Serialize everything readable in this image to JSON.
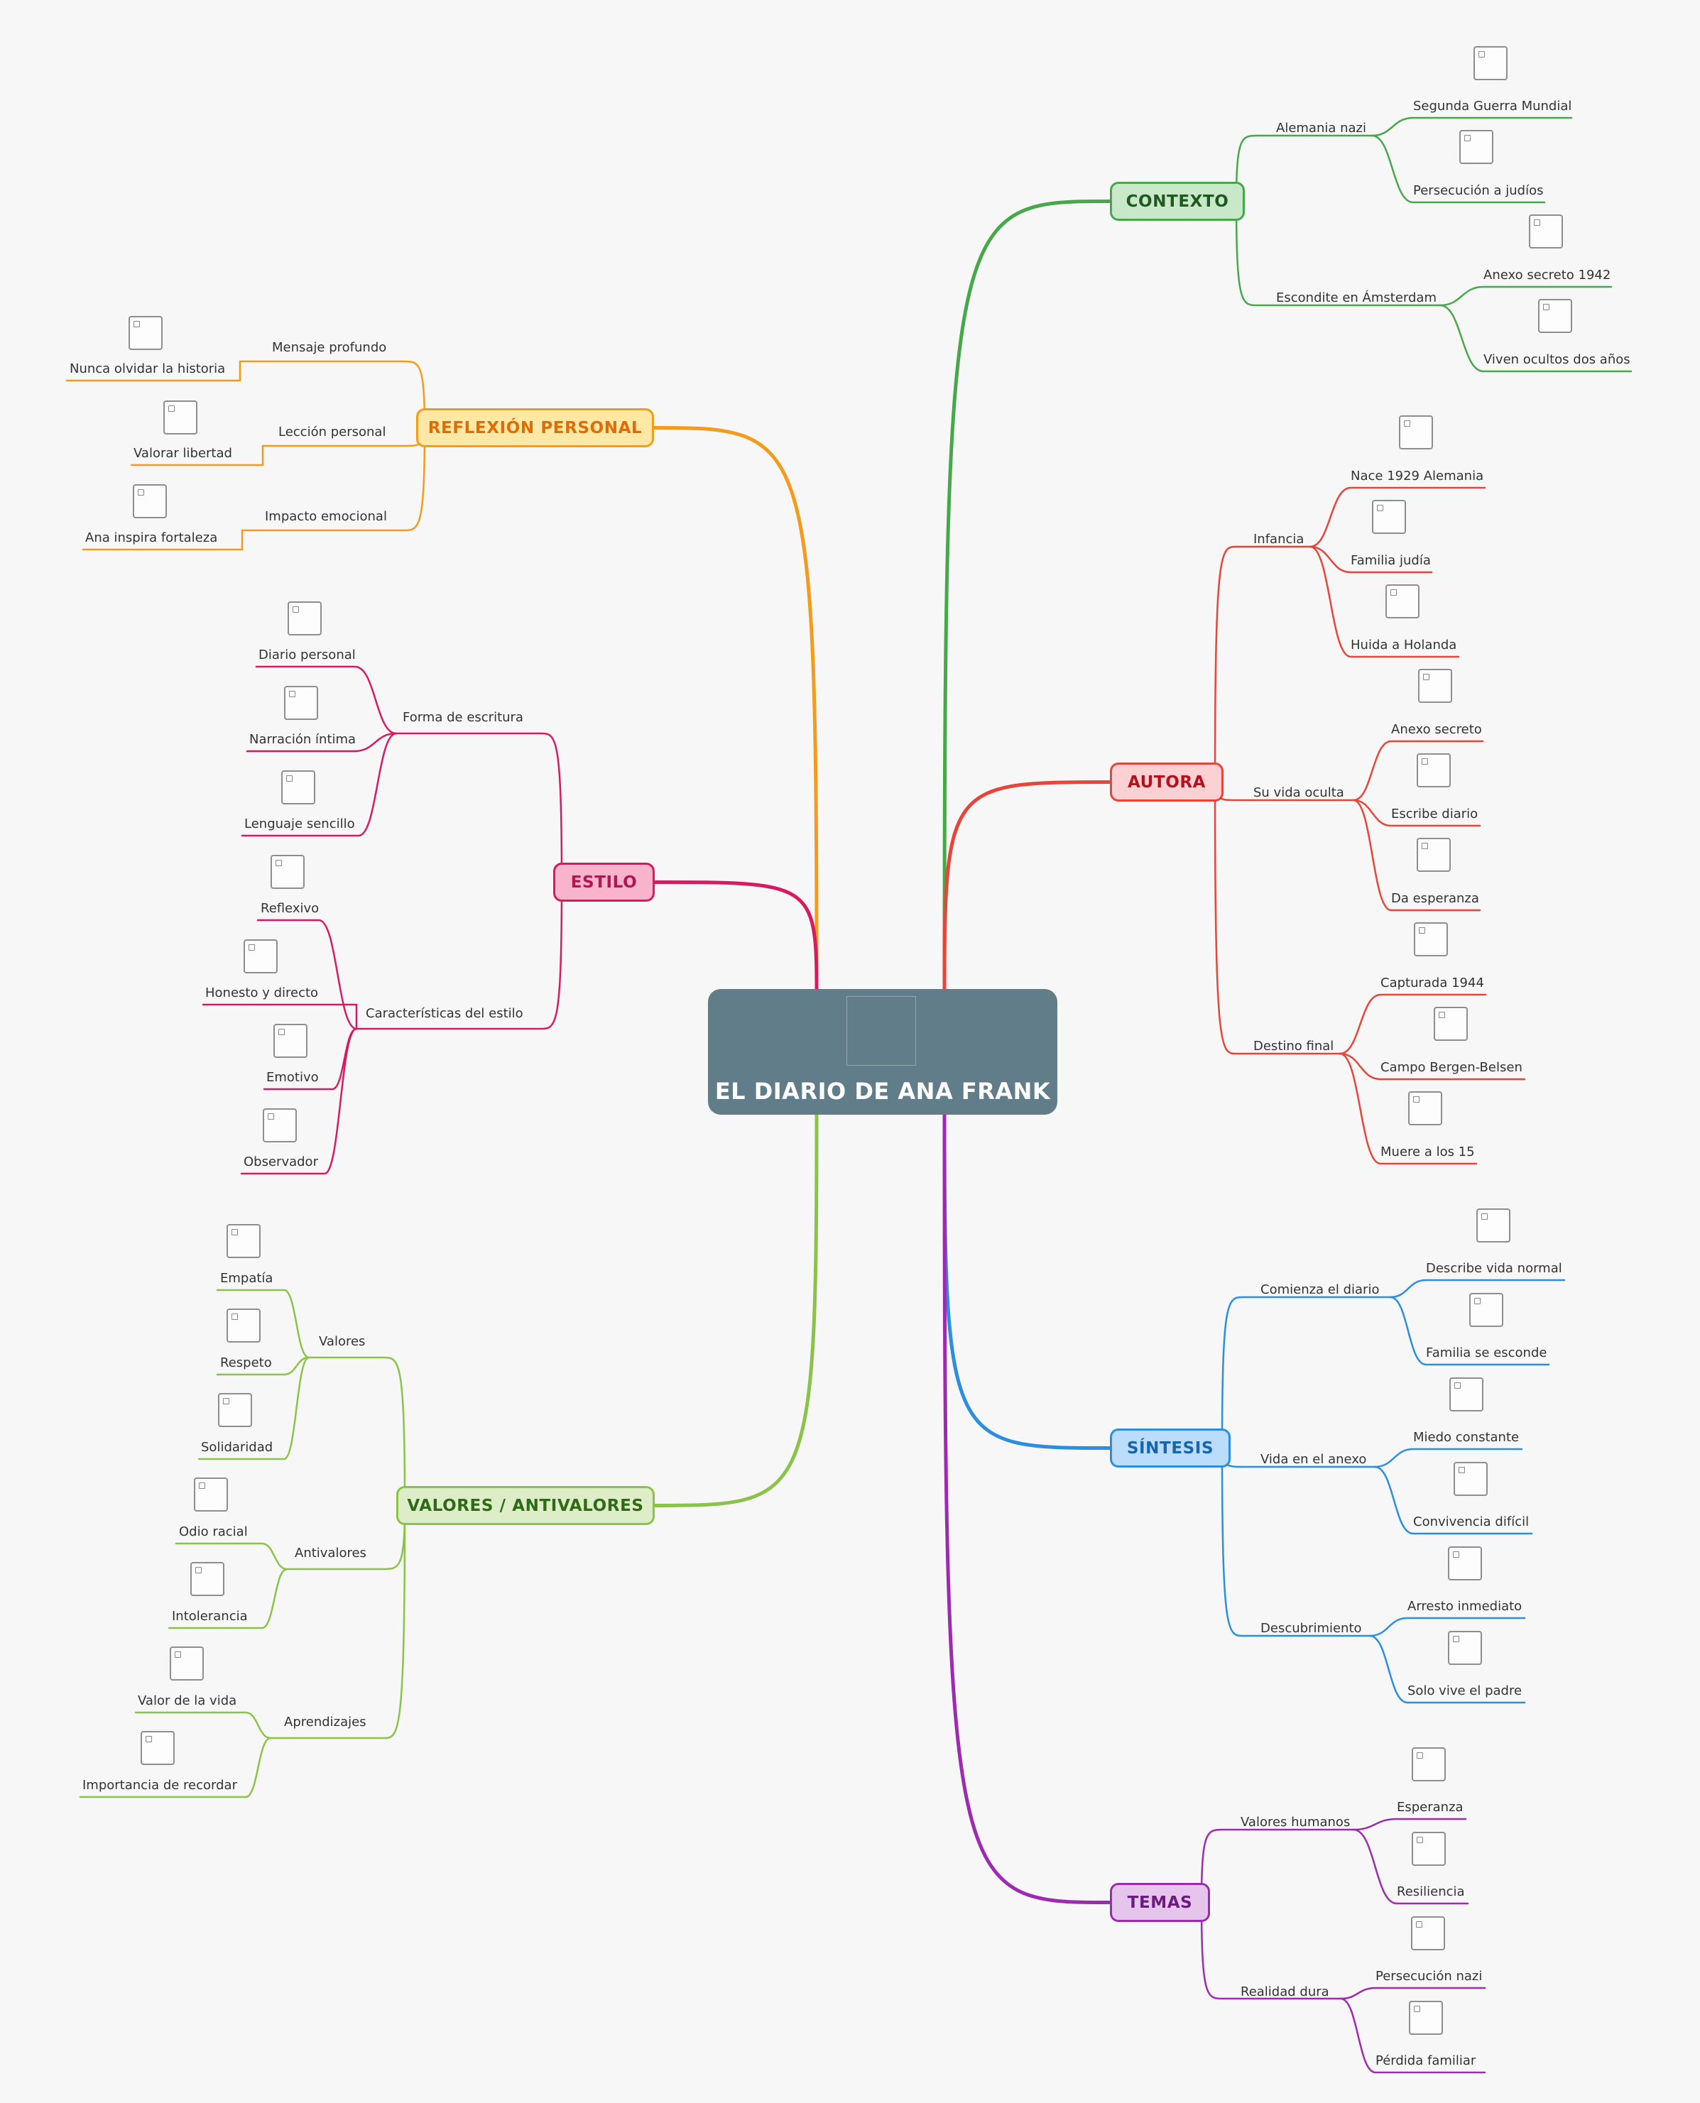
{
  "root": {
    "title": "EL DIARIO DE ANA FRANK",
    "icon": "image-placeholder-icon",
    "color": "#617d89"
  },
  "branches": [
    {
      "key": "contexto",
      "label": "CONTEXTO",
      "side": "right",
      "color": "#46a84a",
      "fill": "#c9e7c9",
      "text_color": "#1d5a20",
      "children": [
        {
          "label": "Alemania nazi",
          "children": [
            "Segunda Guerra Mundial",
            "Persecución a judíos"
          ]
        },
        {
          "label": "Escondite en Ámsterdam",
          "children": [
            "Anexo secreto 1942",
            "Viven ocultos dos años"
          ]
        }
      ]
    },
    {
      "key": "autora",
      "label": "AUTORA",
      "side": "right",
      "color": "#e7443a",
      "fill": "#fdd0d3",
      "text_color": "#b3121c",
      "children": [
        {
          "label": "Infancia",
          "children": [
            "Nace 1929 Alemania",
            "Familia judía",
            "Huida a Holanda"
          ]
        },
        {
          "label": "Su vida oculta",
          "children": [
            "Anexo secreto",
            "Escribe diario",
            "Da esperanza"
          ]
        },
        {
          "label": "Destino final",
          "children": [
            "Capturada 1944",
            "Campo Bergen-Belsen",
            "Muere a los 15"
          ]
        }
      ]
    },
    {
      "key": "sintesis",
      "label": "SÍNTESIS",
      "side": "right",
      "color": "#2b8ede",
      "fill": "#bcdcfb",
      "text_color": "#1565b0",
      "children": [
        {
          "label": "Comienza el diario",
          "children": [
            "Describe vida normal",
            "Familia se esconde"
          ]
        },
        {
          "label": "Vida en el anexo",
          "children": [
            "Miedo constante",
            "Convivencia difícil"
          ]
        },
        {
          "label": "Descubrimiento",
          "children": [
            "Arresto inmediato",
            "Solo vive el padre"
          ]
        }
      ]
    },
    {
      "key": "temas",
      "label": "TEMAS",
      "side": "right",
      "color": "#9c2bb0",
      "fill": "#e6c5ec",
      "text_color": "#6c1b80",
      "children": [
        {
          "label": "Valores humanos",
          "children": [
            "Esperanza",
            "Resiliencia"
          ]
        },
        {
          "label": "Realidad dura",
          "children": [
            "Persecución nazi",
            "Pérdida familiar"
          ]
        }
      ]
    },
    {
      "key": "reflexion",
      "label": "REFLEXIÓN PERSONAL",
      "side": "left",
      "color": "#f59b1c",
      "fill": "#ffe8a4",
      "text_color": "#e06c06",
      "children": [
        {
          "label": "Mensaje profundo",
          "children": [
            "Nunca olvidar la historia"
          ]
        },
        {
          "label": "Lección personal",
          "children": [
            "Valorar libertad"
          ]
        },
        {
          "label": "Impacto emocional",
          "children": [
            "Ana inspira fortaleza"
          ]
        }
      ]
    },
    {
      "key": "estilo",
      "label": "ESTILO",
      "side": "left",
      "color": "#d81b60",
      "fill": "#f9b3cb",
      "text_color": "#b31452",
      "children": [
        {
          "label": "Forma de escritura",
          "children": [
            "Diario personal",
            "Narración íntima",
            "Lenguaje sencillo"
          ]
        },
        {
          "label": "Características del estilo",
          "children": [
            "Reflexivo",
            "Honesto y directo",
            "Emotivo",
            "Observador"
          ]
        }
      ]
    },
    {
      "key": "valores",
      "label": "VALORES / ANTIVALORES",
      "side": "left",
      "color": "#8bc34a",
      "fill": "#dcedc8",
      "text_color": "#2e6b14",
      "children": [
        {
          "label": "Valores",
          "children": [
            "Empatía",
            "Respeto",
            "Solidaridad"
          ]
        },
        {
          "label": "Antivalores",
          "children": [
            "Odio racial",
            "Intolerancia"
          ]
        },
        {
          "label": "Aprendizajes",
          "children": [
            "Valor de la vida",
            "Importancia de recordar"
          ]
        }
      ]
    }
  ]
}
